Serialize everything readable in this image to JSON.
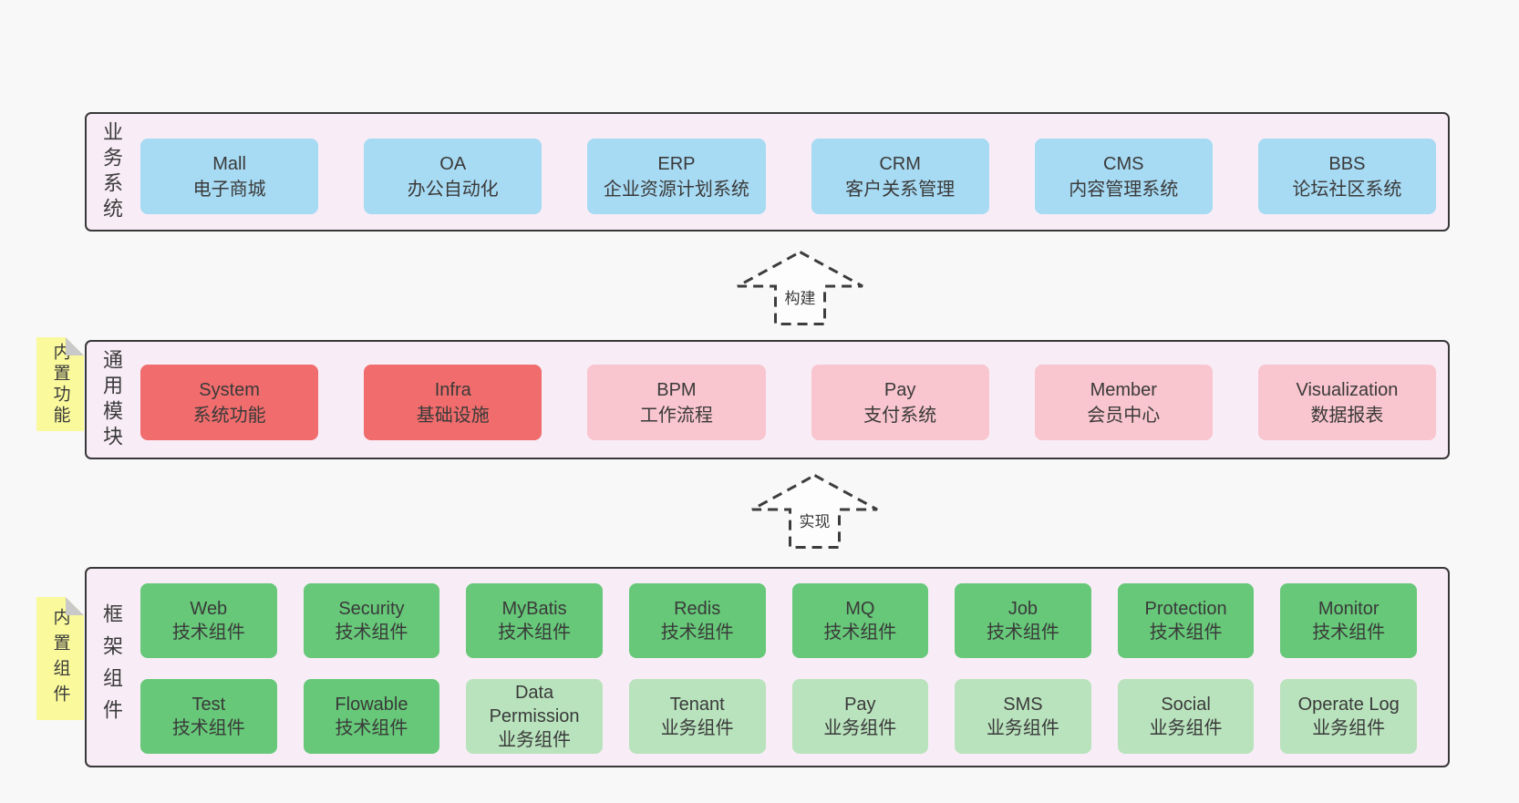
{
  "colors": {
    "page-bg": "#f8f8f8",
    "layer-bg": "#f8edf6",
    "layer-border": "#383838",
    "box-blue": "#a7daf3",
    "box-red": "#f16c6c",
    "box-pink": "#f9c5ce",
    "box-green": "#66c878",
    "box-lightgreen": "#b9e3bd",
    "sticky-yellow": "#fafa9d",
    "sticky-fold": "#c9c9c9",
    "text": "#3a3a3a",
    "arrow-stroke": "#3d3d3d"
  },
  "layers": [
    {
      "label": "业务系统",
      "boxes": [
        {
          "en": "Mall",
          "zh": "电子商城"
        },
        {
          "en": "OA",
          "zh": "办公自动化"
        },
        {
          "en": "ERP",
          "zh": "企业资源计划系统"
        },
        {
          "en": "CRM",
          "zh": "客户关系管理"
        },
        {
          "en": "CMS",
          "zh": "内容管理系统"
        },
        {
          "en": "BBS",
          "zh": "论坛社区系统"
        }
      ]
    },
    {
      "label": "通用模块",
      "sticky": "内置功能",
      "boxes": [
        {
          "en": "System",
          "zh": "系统功能"
        },
        {
          "en": "Infra",
          "zh": "基础设施"
        },
        {
          "en": "BPM",
          "zh": "工作流程"
        },
        {
          "en": "Pay",
          "zh": "支付系统"
        },
        {
          "en": "Member",
          "zh": "会员中心"
        },
        {
          "en": "Visualization",
          "zh": "数据报表"
        }
      ]
    },
    {
      "label": "框架组件",
      "sticky": "内置组件",
      "rows": [
        [
          {
            "en": "Web",
            "zh": "技术组件"
          },
          {
            "en": "Security",
            "zh": "技术组件"
          },
          {
            "en": "MyBatis",
            "zh": "技术组件"
          },
          {
            "en": "Redis",
            "zh": "技术组件"
          },
          {
            "en": "MQ",
            "zh": "技术组件"
          },
          {
            "en": "Job",
            "zh": "技术组件"
          },
          {
            "en": "Protection",
            "zh": "技术组件"
          },
          {
            "en": "Monitor",
            "zh": "技术组件"
          }
        ],
        [
          {
            "en": "Test",
            "zh": "技术组件"
          },
          {
            "en": "Flowable",
            "zh": "技术组件"
          },
          {
            "en": "Data Permission",
            "zh": "业务组件"
          },
          {
            "en": "Tenant",
            "zh": "业务组件"
          },
          {
            "en": "Pay",
            "zh": "业务组件"
          },
          {
            "en": "SMS",
            "zh": "业务组件"
          },
          {
            "en": "Social",
            "zh": "业务组件"
          },
          {
            "en": "Operate Log",
            "zh": "业务组件"
          }
        ]
      ]
    }
  ],
  "arrows": [
    {
      "label": "构建"
    },
    {
      "label": "实现"
    }
  ]
}
